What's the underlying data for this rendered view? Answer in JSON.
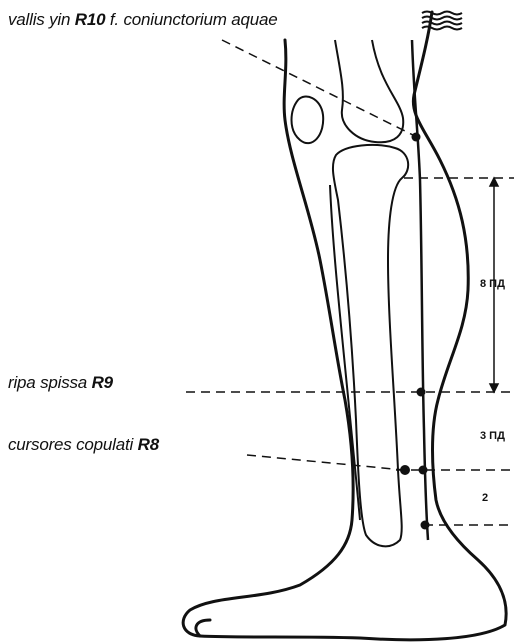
{
  "points": {
    "r10": {
      "name": "vallis yin",
      "code": "R10",
      "extra": "f. coniunctorium aquae"
    },
    "r9": {
      "name": "ripa spissa",
      "code": "R9"
    },
    "r8": {
      "name": "cursores copulati",
      "code": "R8"
    }
  },
  "measurements": {
    "upper": "8 ПД",
    "middle": "3 ПД",
    "lower": "2"
  }
}
